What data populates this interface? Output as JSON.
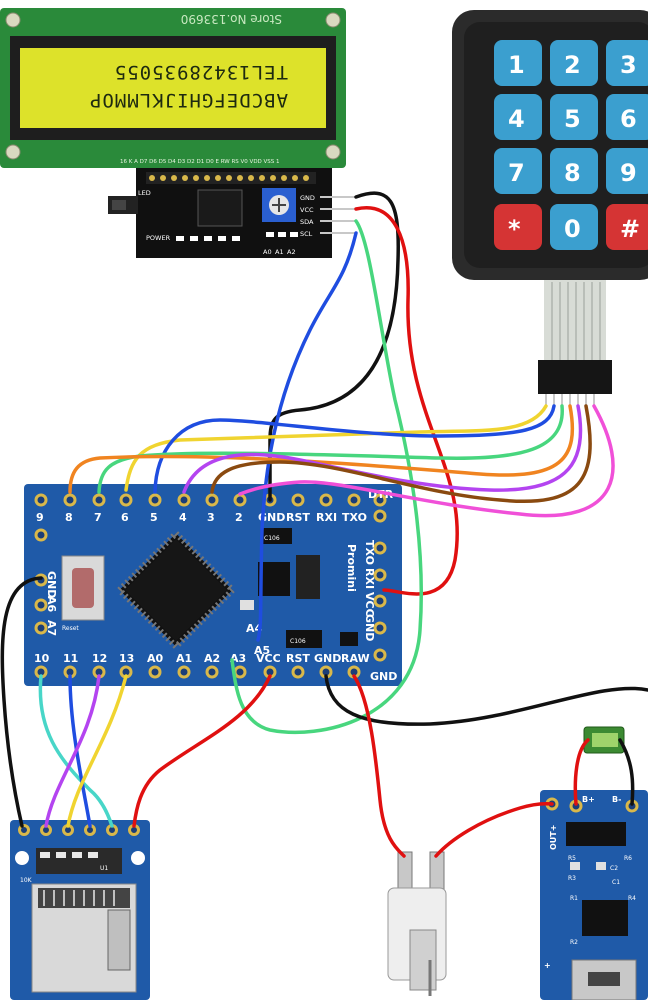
{
  "lcd": {
    "store_label": "Store No.133690",
    "line1": "ABCDEFGHIJKLMMOP",
    "line2": "TEL13428935055",
    "pin_header": "16  K  A  D7  D6  D5  D4  D3  D2  D1  D0  E  RW  RS  V0  VDD  VSS  1"
  },
  "i2c": {
    "pins": [
      "GND",
      "VCC",
      "SDA",
      "SCL"
    ],
    "led_label": "LED",
    "power_label": "POWER",
    "addr_labels": [
      "A0",
      "A1",
      "A2"
    ]
  },
  "keypad": {
    "keys": [
      "1",
      "2",
      "3",
      "4",
      "5",
      "6",
      "7",
      "8",
      "9",
      "*",
      "0",
      "#"
    ]
  },
  "arduino": {
    "top_pins": [
      "9",
      "8",
      "7",
      "6",
      "5",
      "4",
      "3",
      "2",
      "GND",
      "RST",
      "RXI",
      "TXO"
    ],
    "dtr": "DTR",
    "bottom_pins": [
      "10",
      "11",
      "12",
      "13",
      "A0",
      "A1",
      "A2",
      "A3",
      "VCC",
      "RST",
      "GND",
      "RAW"
    ],
    "bottom_gnd": "GND",
    "left_pins": [
      "GND",
      "A6",
      "A7"
    ],
    "right_pins": [
      "TXO",
      "RXI",
      "VCC",
      "GND"
    ],
    "promini": "Promini",
    "reset_label": "Reset",
    "a4": "A4",
    "a5": "A5",
    "chip_c106_1": "C106",
    "chip_c106_2": "C106"
  },
  "sd": {
    "label": "10K",
    "u1": "U1"
  },
  "charger": {
    "pins": [
      "OUT+",
      "B+",
      "B-"
    ],
    "labels": [
      "R5",
      "R6",
      "C2",
      "C1",
      "R3",
      "R1",
      "R2",
      "R4"
    ]
  },
  "colors": {
    "board": "#1f5aa8",
    "lcd_pcb": "#2a8a3a",
    "lcd_screen": "#dde22a",
    "keypad_body": "#2b2b2b",
    "key_blue": "#3b9fcf",
    "key_red": "#d53434"
  }
}
